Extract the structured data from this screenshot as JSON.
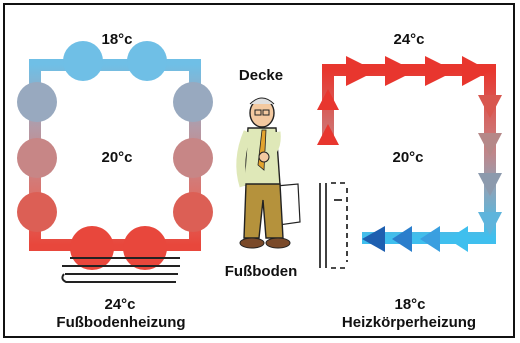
{
  "labels": {
    "left_top_temp": "18°c",
    "left_center_temp": "20°c",
    "left_bottom_temp": "24°c",
    "left_title": "Fußbodenheizung",
    "right_top_temp": "24°c",
    "right_center_temp": "20°c",
    "right_bottom_temp": "18°c",
    "right_title": "Heizkörperheizung",
    "ceiling": "Decke",
    "floor": "Fußboden"
  },
  "colors": {
    "cold": "#6fbfe6",
    "warm": "#e8473c",
    "hot_arrow": "#e8362e",
    "cold_arrow": "#1e5fb0",
    "light_blue_arrow": "#3fbfee"
  }
}
